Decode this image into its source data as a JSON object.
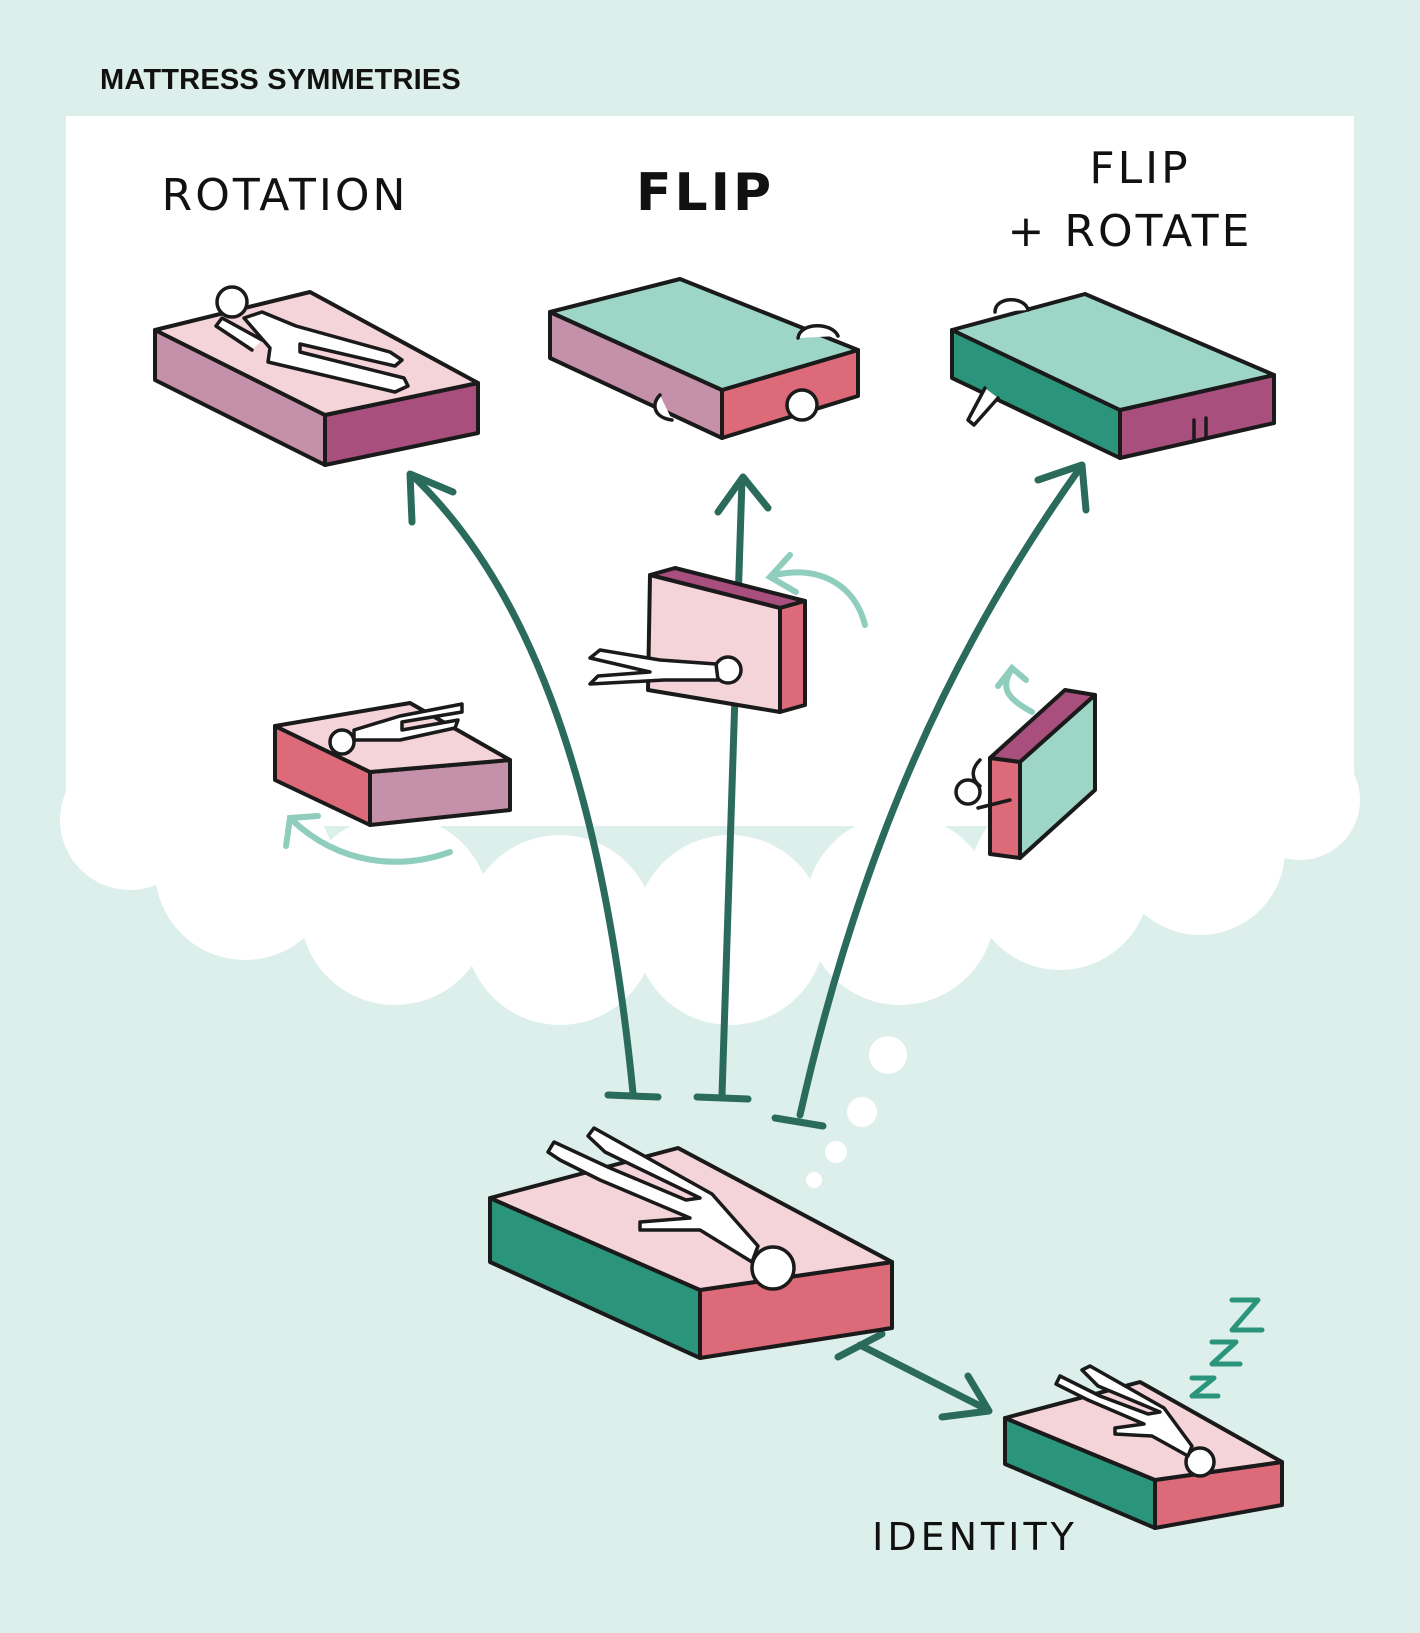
{
  "title": "MATTRESS SYMMETRIES",
  "labels": {
    "rotation": "ROTATION",
    "flip": "FLIP",
    "flip_rotate_line1": "FLIP",
    "flip_rotate_line2": "+ ROTATE",
    "identity": "IDENTITY"
  },
  "sleep_letters": [
    "Z",
    "Z",
    "Z"
  ],
  "colors": {
    "background": "#dcefeb",
    "cloud": "#ffffff",
    "arrow": "#2b6b5c",
    "mattress_pink_top": "#f4d3d9",
    "mattress_red_side": "#dd6a78",
    "mattress_mauve_side": "#c590a9",
    "mattress_plum_side": "#a84f7e",
    "mattress_mint_top": "#9dd6c6",
    "mattress_green_side": "#2b957c",
    "outline": "#1a1a1a"
  }
}
